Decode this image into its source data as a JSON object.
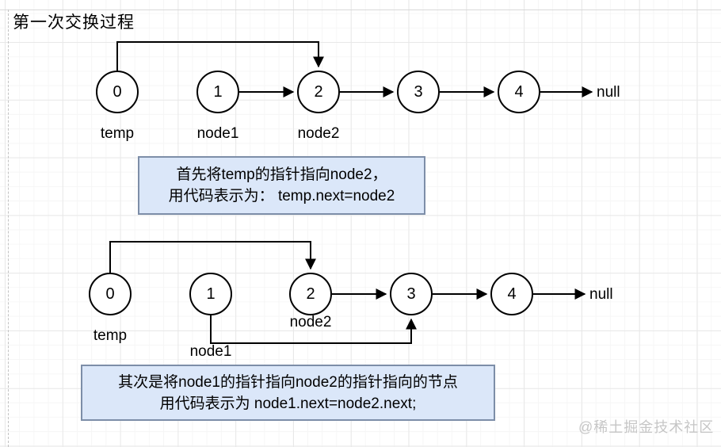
{
  "title": "第一次交换过程",
  "watermark": "@稀土掘金技术社区",
  "colors": {
    "node_stroke": "#000000",
    "arrow": "#000000",
    "caption_fill": "#dbe7f9",
    "caption_border": "#7d8ea8",
    "watermark": "#c6c6c6"
  },
  "diagram1": {
    "nodes": [
      "0",
      "1",
      "2",
      "3",
      "4"
    ],
    "pointer_labels": {
      "temp": "temp",
      "node1": "node1",
      "node2": "node2"
    },
    "terminator": "null",
    "caption": {
      "line1": "首先将temp的指针指向node2，",
      "line2": "用代码表示为： temp.next=node2"
    }
  },
  "diagram2": {
    "nodes": [
      "0",
      "1",
      "2",
      "3",
      "4"
    ],
    "pointer_labels": {
      "temp": "temp",
      "node1": "node1",
      "node2": "node2"
    },
    "terminator": "null",
    "caption": {
      "line1": "其次是将node1的指针指向node2的指针指向的节点",
      "line2": "用代码表示为 node1.next=node2.next;"
    }
  }
}
